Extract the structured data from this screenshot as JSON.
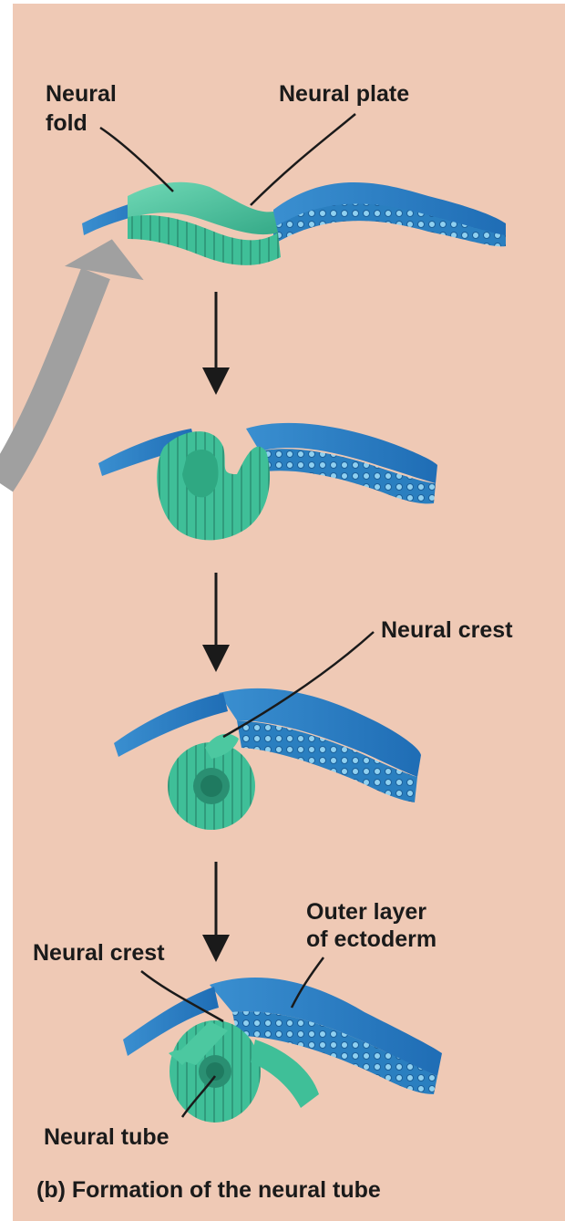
{
  "labels": {
    "neural_fold_line1": "Neural",
    "neural_fold_line2": "fold",
    "neural_plate": "Neural plate",
    "neural_crest_stage3": "Neural crest",
    "outer_layer_line1": "Outer layer",
    "outer_layer_line2": "of ectoderm",
    "neural_crest_stage4": "Neural crest",
    "neural_tube": "Neural tube"
  },
  "caption": "(b) Formation of the neural tube",
  "colors": {
    "background": "#efc9b5",
    "ectoderm_blue": "#2e86c8",
    "ectoderm_dark": "#1a5e99",
    "neural_green": "#3fbf98",
    "neural_green_dark": "#2a8f72",
    "arrow_gray": "#a0a0a0",
    "text": "#1a1a1a"
  }
}
